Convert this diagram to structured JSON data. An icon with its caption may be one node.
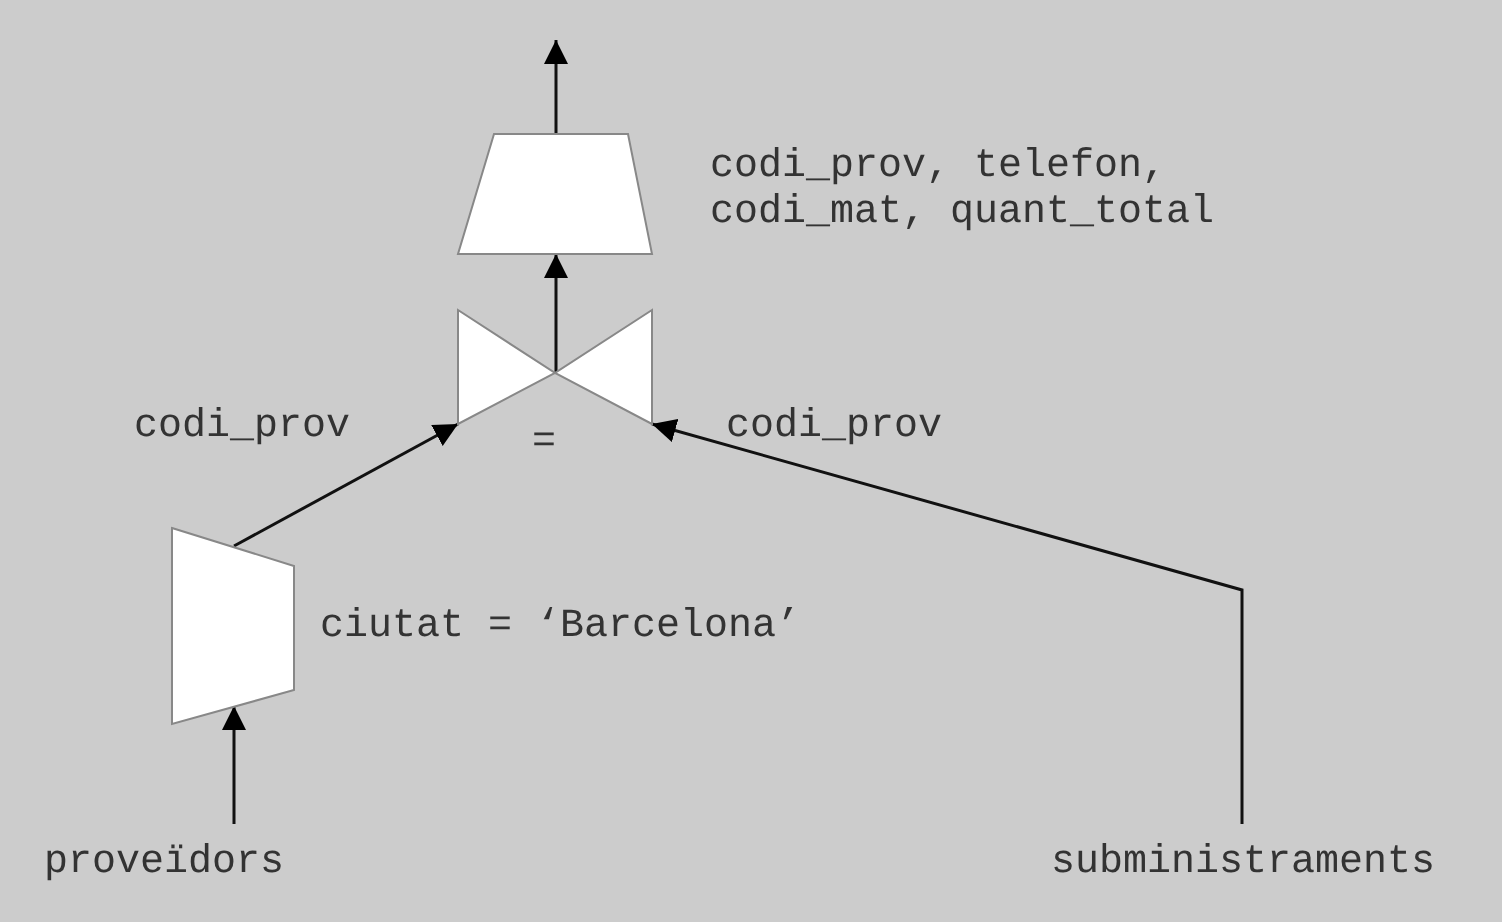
{
  "diagram": {
    "nodes": [
      {
        "text": [
          "proveïdors"
        ]
      },
      {
        "text": [],
        "shape": "trapezoid",
        "beside": [
          "ciutat = ‘Barcelona’"
        ]
      },
      {
        "text": [],
        "shape": "bowtie",
        "beside": [
          "="
        ]
      },
      {
        "text": [],
        "shape": "trapezoid",
        "beside": [
          "codi_prov, telefon, codi_mat, quant_total"
        ]
      },
      {
        "text": [
          "subministraments"
        ]
      }
    ],
    "edges": [
      {
        "from": 0,
        "to": 1,
        "arrow": "to"
      },
      {
        "from": 1,
        "to": 2,
        "arrow": "to",
        "label": "codi_prov"
      },
      {
        "from": 4,
        "to": 2,
        "arrow": "to",
        "label": "codi_prov"
      },
      {
        "from": 2,
        "to": 3,
        "arrow": "to"
      },
      {
        "from": 3,
        "to": null,
        "arrow": "to"
      }
    ]
  }
}
